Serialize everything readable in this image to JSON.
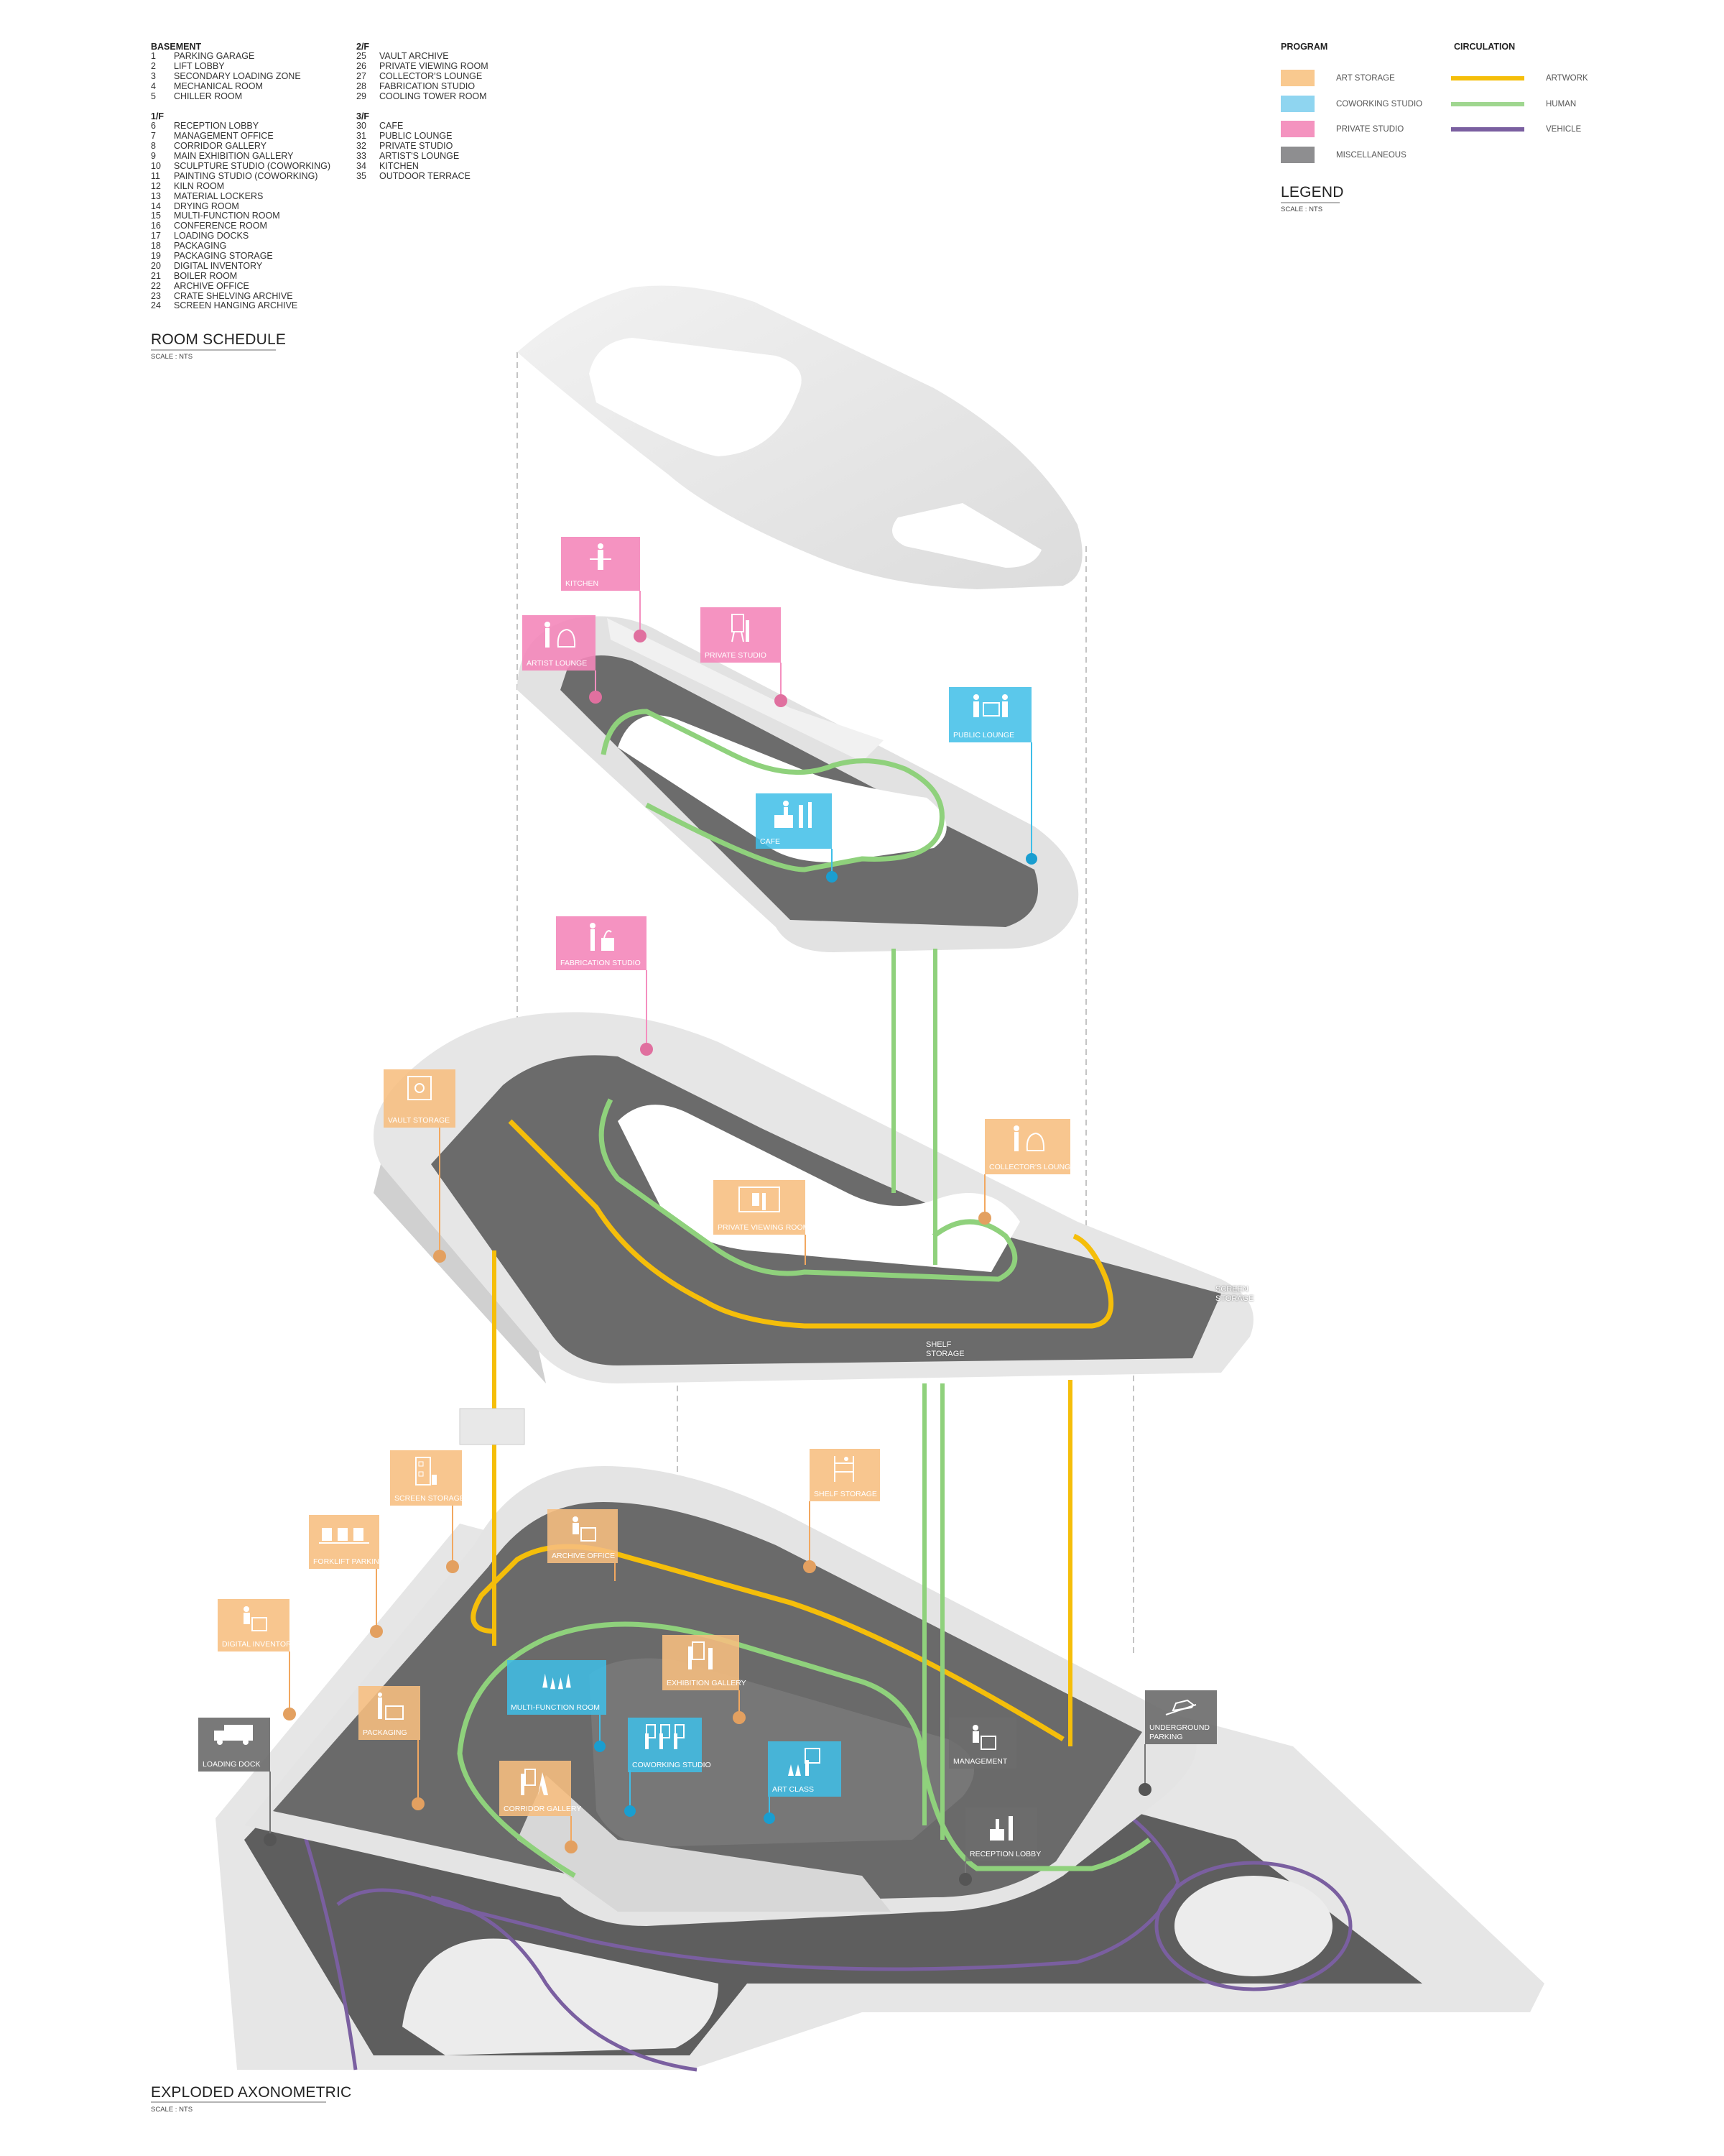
{
  "room_schedule": {
    "title": "ROOM SCHEDULE",
    "scale": "SCALE : NTS",
    "groups": [
      {
        "heading": "BASEMENT",
        "rooms": [
          [
            "1",
            "PARKING GARAGE"
          ],
          [
            "2",
            "LIFT LOBBY"
          ],
          [
            "3",
            "SECONDARY LOADING ZONE"
          ],
          [
            "4",
            "MECHANICAL ROOM"
          ],
          [
            "5",
            "CHILLER ROOM"
          ]
        ]
      },
      {
        "heading": "1/F",
        "rooms": [
          [
            "6",
            "RECEPTION LOBBY"
          ],
          [
            "7",
            "MANAGEMENT OFFICE"
          ],
          [
            "8",
            "CORRIDOR GALLERY"
          ],
          [
            "9",
            "MAIN EXHIBITION GALLERY"
          ],
          [
            "10",
            "SCULPTURE STUDIO (COWORKING)"
          ],
          [
            "11",
            "PAINTING STUDIO (COWORKING)"
          ],
          [
            "12",
            "KILN ROOM"
          ],
          [
            "13",
            "MATERIAL LOCKERS"
          ],
          [
            "14",
            "DRYING ROOM"
          ],
          [
            "15",
            "MULTI-FUNCTION ROOM"
          ],
          [
            "16",
            "CONFERENCE ROOM"
          ],
          [
            "17",
            "LOADING DOCKS"
          ],
          [
            "18",
            "PACKAGING"
          ],
          [
            "19",
            "PACKAGING STORAGE"
          ],
          [
            "20",
            "DIGITAL INVENTORY"
          ],
          [
            "21",
            "BOILER ROOM"
          ],
          [
            "22",
            "ARCHIVE OFFICE"
          ],
          [
            "23",
            "CRATE SHELVING ARCHIVE"
          ],
          [
            "24",
            "SCREEN HANGING ARCHIVE"
          ]
        ]
      },
      {
        "heading": "2/F",
        "rooms": [
          [
            "25",
            "VAULT ARCHIVE"
          ],
          [
            "26",
            "PRIVATE VIEWING ROOM"
          ],
          [
            "27",
            "COLLECTOR'S LOUNGE"
          ],
          [
            "28",
            "FABRICATION STUDIO"
          ],
          [
            "29",
            "COOLING TOWER ROOM"
          ]
        ]
      },
      {
        "heading": "3/F",
        "rooms": [
          [
            "30",
            "CAFE"
          ],
          [
            "31",
            "PUBLIC LOUNGE"
          ],
          [
            "32",
            "PRIVATE STUDIO"
          ],
          [
            "33",
            "ARTIST'S LOUNGE"
          ],
          [
            "34",
            "KITCHEN"
          ],
          [
            "35",
            "OUTDOOR TERRACE"
          ]
        ]
      }
    ]
  },
  "legend": {
    "title": "LEGEND",
    "scale": "SCALE : NTS",
    "program_heading": "PROGRAM",
    "circulation_heading": "CIRCULATION",
    "program": [
      {
        "label": "ART STORAGE",
        "color": "#f9c98f"
      },
      {
        "label": "COWORKING STUDIO",
        "color": "#8fd5f0"
      },
      {
        "label": "PRIVATE STUDIO",
        "color": "#f493bf"
      },
      {
        "label": "MISCELLANEOUS",
        "color": "#8e8e90"
      }
    ],
    "circulation": [
      {
        "label": "ARTWORK",
        "color": "#f5be0a"
      },
      {
        "label": "HUMAN",
        "color": "#9fd68f"
      },
      {
        "label": "VEHICLE",
        "color": "#7a5fa0"
      }
    ]
  },
  "diagram": {
    "title": "EXPLODED AXONOMETRIC",
    "scale": "SCALE : NTS",
    "labels": [
      {
        "text": "KITCHEN",
        "icon": "chef-icon"
      },
      {
        "text": "ARTIST LOUNGE",
        "icon": "lounge-chair-icon"
      },
      {
        "text": "PRIVATE STUDIO",
        "icon": "easel-icon"
      },
      {
        "text": "PUBLIC LOUNGE",
        "icon": "table-people-icon"
      },
      {
        "text": "CAFE",
        "icon": "coffee-counter-icon"
      },
      {
        "text": "FABRICATION STUDIO",
        "icon": "sculptor-icon"
      },
      {
        "text": "VAULT STORAGE",
        "icon": "vault-icon"
      },
      {
        "text": "COLLECTOR'S LOUNGE",
        "icon": "lounge-chair-icon"
      },
      {
        "text": "PRIVATE VIEWING ROOMS",
        "icon": "artwork-viewer-icon"
      },
      {
        "text": "SCREEN STORAGE",
        "icon": "screen-rack-icon"
      },
      {
        "text": "SHELF STORAGE",
        "icon": "shelf-icon"
      },
      {
        "text": "FORKLIFT PARKING",
        "icon": "forklift-icon"
      },
      {
        "text": "ARCHIVE OFFICE",
        "icon": "desk-worker-icon"
      },
      {
        "text": "DIGITAL INVENTORY",
        "icon": "desk-worker-icon"
      },
      {
        "text": "LOADING DOCK",
        "icon": "truck-icon"
      },
      {
        "text": "PACKAGING",
        "icon": "packing-icon"
      },
      {
        "text": "MULTI-FUNCTION ROOM",
        "icon": "audience-icon"
      },
      {
        "text": "EXHIBITION GALLERY",
        "icon": "artwork-viewer-icon"
      },
      {
        "text": "COWORKING STUDIO",
        "icon": "easel-group-icon"
      },
      {
        "text": "ART CLASS",
        "icon": "class-icon"
      },
      {
        "text": "CORRIDOR GALLERY",
        "icon": "artwork-walker-icon"
      },
      {
        "text": "MANAGEMENT",
        "icon": "desk-worker-icon"
      },
      {
        "text": "RECEPTION LOBBY",
        "icon": "reception-icon"
      },
      {
        "text": "UNDERGROUND PARKING",
        "icon": "car-ramp-icon"
      }
    ],
    "inline_labels": {
      "screen_storage_2f": "SCREEN STORAGE",
      "shelf_storage_2f": "SHELF STORAGE"
    }
  }
}
